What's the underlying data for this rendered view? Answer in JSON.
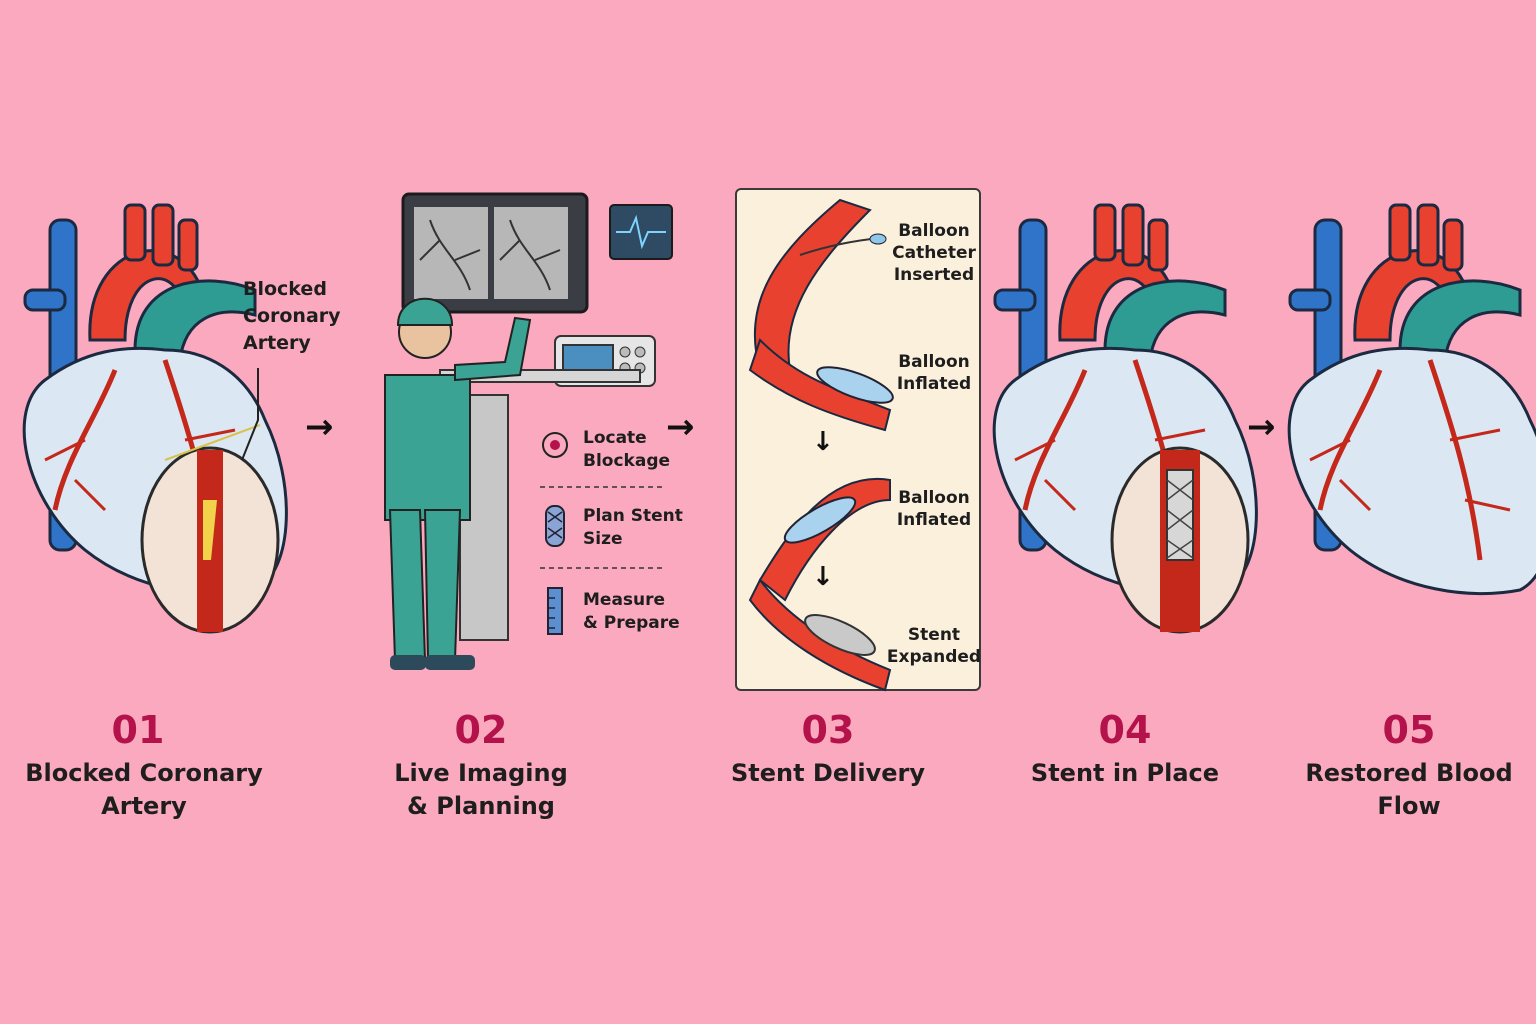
{
  "steps": [
    {
      "number": "01",
      "label_line1": "Blocked Coronary",
      "label_line2": "Artery"
    },
    {
      "number": "02",
      "label_line1": "Live Imaging",
      "label_line2": "& Planning"
    },
    {
      "number": "03",
      "label_line1": "Stent Delivery",
      "label_line2": ""
    },
    {
      "number": "04",
      "label_line1": "Stent in Place",
      "label_line2": ""
    },
    {
      "number": "05",
      "label_line1": "Restored Blood",
      "label_line2": "Flow"
    }
  ],
  "callout_blocked": [
    "Blocked",
    "Coronary",
    "Artery"
  ],
  "planning_items": [
    {
      "line1": "Locate",
      "line2": "Blockage",
      "icon": "target-icon"
    },
    {
      "line1": "Plan Stent",
      "line2": "Size",
      "icon": "stent-icon"
    },
    {
      "line1": "Measure",
      "line2": "& Prepare",
      "icon": "ruler-icon"
    }
  ],
  "delivery_labels": [
    {
      "line1": "Balloon",
      "line2": "Catheter",
      "line3": "Inserted"
    },
    {
      "line1": "Balloon",
      "line2": "Inflated",
      "line3": ""
    },
    {
      "line1": "Balloon",
      "line2": "Inflated",
      "line3": ""
    },
    {
      "line1": "Stent",
      "line2": "Expanded",
      "line3": ""
    }
  ],
  "arrow_glyph": "→",
  "down_arrow_glyph": "↓",
  "colors": {
    "background": "#fba9bf",
    "accent": "#b3124a",
    "artery_red": "#e8412f",
    "vein_blue": "#2f74c8",
    "teal": "#2e9c93",
    "heart_body": "#dbe7f2",
    "scrubs": "#3aa394",
    "panel_bg": "#fbf0dc"
  }
}
